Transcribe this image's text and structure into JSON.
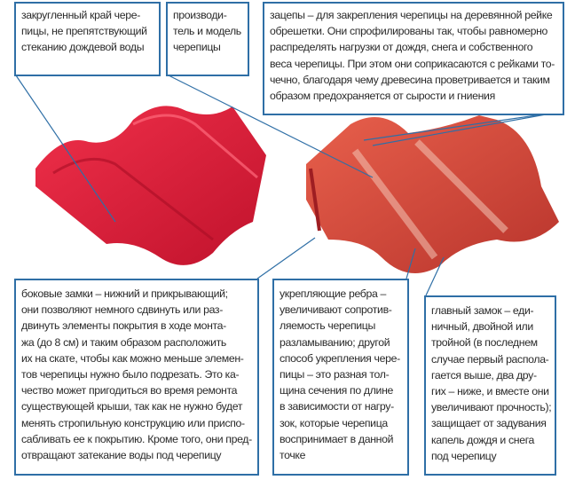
{
  "callouts": {
    "rounded_edge": [
      "закругленный край чере-",
      "пицы, не препятствующий",
      "стеканию дождевой воды"
    ],
    "manufacturer": [
      "производи-",
      "тель и модель",
      "черепицы"
    ],
    "hooks": [
      "зацепы – для закрепления черепицы на деревянной рейке",
      "обрешетки. Они спрофилированы так, чтобы равномерно",
      "распределять нагрузки от дождя, снега и собственного",
      "веса черепицы. При этом они соприкасаются с рейками то-",
      "чечно, благодаря чему древесина проветривается и таким",
      "образом предохраняется от сырости и гниения"
    ],
    "side_locks": [
      "боковые замки – нижний и прикрывающий;",
      "они позволяют немного сдвинуть или раз-",
      "двинуть элементы покрытия в ходе монта-",
      "жа (до 8 см) и таким образом расположить",
      "их на скате, чтобы как можно меньше элемен-",
      "тов черепицы нужно было подрезать. Это ка-",
      "чество может пригодиться во время ремонта",
      "существующей крыши, так как не нужно будет",
      "менять стропильную конструкцию или приспо-",
      "сабливать ее к покрытию. Кроме того, они пред-",
      "отвращают затекание воды под черепицу"
    ],
    "ribs": [
      "укрепляющие ребра –",
      "увеличивают сопротив-",
      "ляемость черепицы",
      "разламыванию; другой",
      "способ укрепления чере-",
      "пицы – это разная тол-",
      "щина сечения по длине",
      "в зависимости от нагру-",
      "зок, которые черепица",
      "воспринимает в данной",
      "точке"
    ],
    "main_lock": [
      "главный замок – еди-",
      "ничный, двойной или",
      "тройной (в последнем",
      "случае первый распола-",
      "гается выше, два дру-",
      "гих – ниже, и вместе они",
      "увеличивают прочность);",
      "защищает от задувания",
      "капель дождя и снега",
      "под черепицу"
    ]
  },
  "colors": {
    "border": "#2f6fa6",
    "tile_top": "#e0223a",
    "tile_bottom": "#d9473c"
  }
}
